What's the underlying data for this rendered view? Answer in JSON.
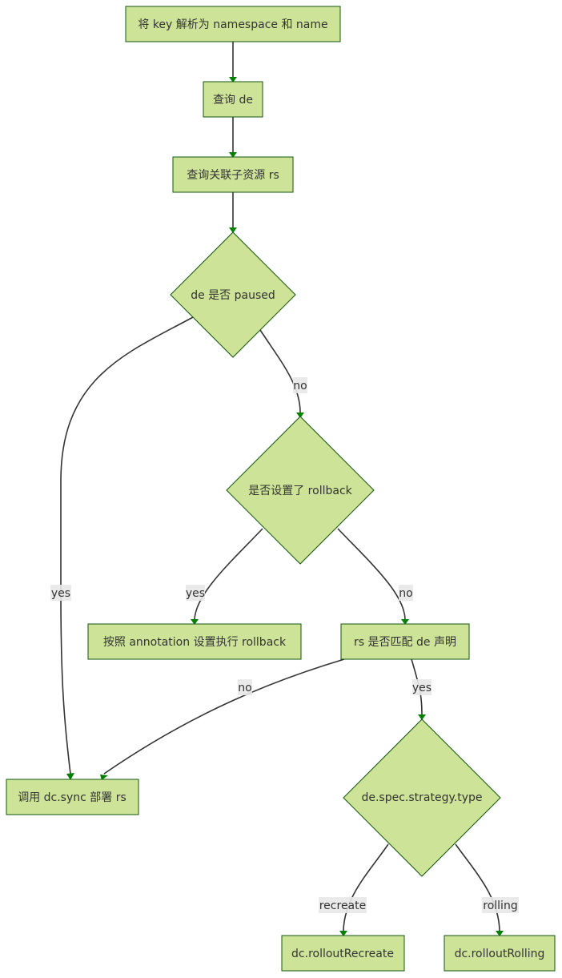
{
  "theme": {
    "node_fill": "#cde498",
    "node_stroke": "#13540c",
    "edge_color": "#333333",
    "arrow_color": "#008000",
    "label_bg": "#e8e8e8"
  },
  "nodes": {
    "parse_key": "将 key 解析为 namespace 和 name",
    "query_de": "查询 de",
    "query_rs": "查询关联子资源 rs",
    "is_paused": "de 是否 paused",
    "has_rollback": "是否设置了 rollback",
    "do_rollback": "按照 annotation 设置执行 rollback",
    "rs_match": "rs 是否匹配 de 声明",
    "dc_sync": "调用 dc.sync 部署 rs",
    "strategy_type": "de.spec.strategy.type",
    "rollout_recreate": "dc.rolloutRecreate",
    "rollout_rolling": "dc.rolloutRolling"
  },
  "edge_labels": {
    "paused_yes": "yes",
    "paused_no": "no",
    "rollback_yes": "yes",
    "rollback_no": "no",
    "match_no": "no",
    "match_yes": "yes",
    "strategy_recreate": "recreate",
    "strategy_rolling": "rolling"
  }
}
